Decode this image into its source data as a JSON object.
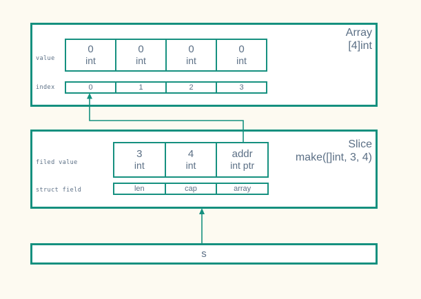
{
  "diagram": {
    "background_color": "#fdfaf1",
    "accent_color": "#15907f",
    "text_color": "#5b6f85",
    "variable": {
      "label": "s"
    },
    "array": {
      "title_line1": "Array",
      "title_line2": "[4]int",
      "row_labels": {
        "value": "value",
        "index": "index"
      },
      "values": [
        {
          "value": "0",
          "type": "int"
        },
        {
          "value": "0",
          "type": "int"
        },
        {
          "value": "0",
          "type": "int"
        },
        {
          "value": "0",
          "type": "int"
        }
      ],
      "indices": [
        "0",
        "1",
        "2",
        "3"
      ]
    },
    "slice": {
      "title_line1": "Slice",
      "title_line2": "make([]int, 3, 4)",
      "row_labels": {
        "field_value": "filed value",
        "struct_field": "struct field"
      },
      "values": [
        {
          "value": "3",
          "type": "int"
        },
        {
          "value": "4",
          "type": "int"
        },
        {
          "value": "addr",
          "type": "int ptr"
        }
      ],
      "fields": [
        "len",
        "cap",
        "array"
      ]
    }
  }
}
